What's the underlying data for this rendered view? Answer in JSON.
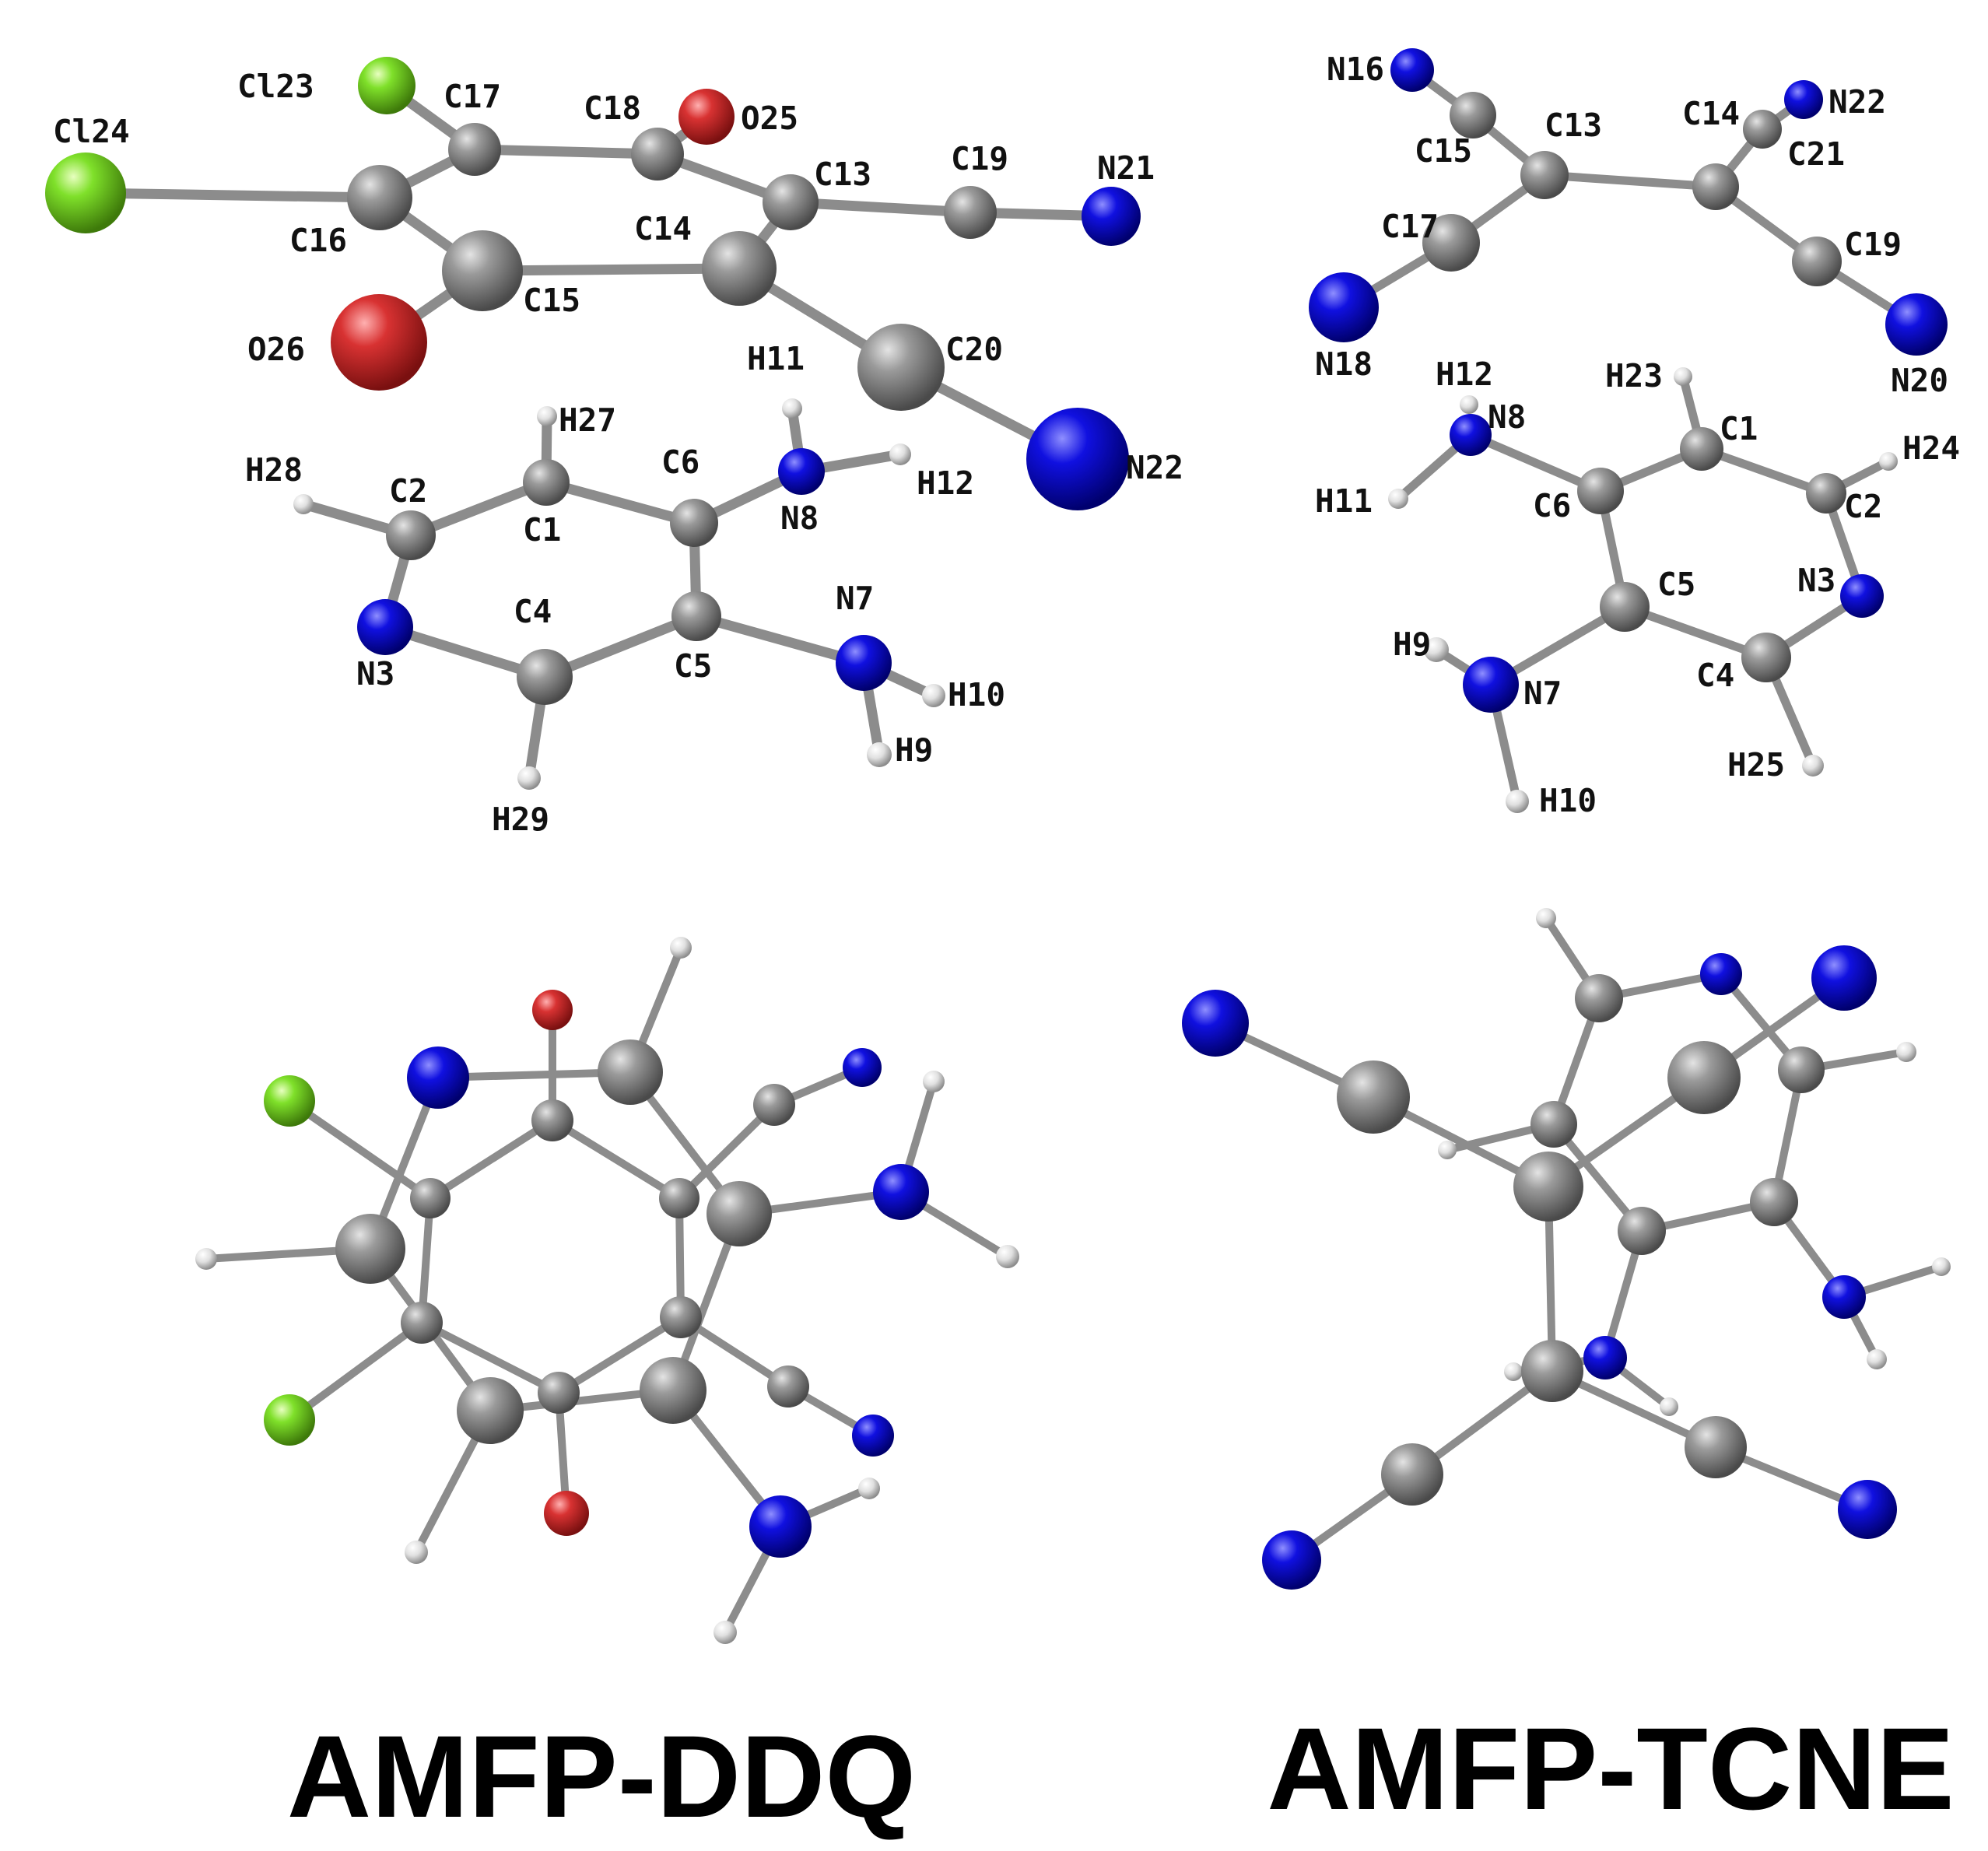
{
  "colors": {
    "carbon": "#8a8a8a",
    "nitrogen": "#0a0ad0",
    "oxygen": "#d83232",
    "chlorine": "#7fe02a",
    "hydrogen": "#e8e8e8",
    "bond": "#8c8c8c"
  },
  "panels": [
    {
      "title": "AMFP-DDQ"
    },
    {
      "title": "AMFP-TCNE"
    }
  ],
  "ddq_top": {
    "labels": [
      "Cl23",
      "Cl24",
      "C17",
      "C18",
      "O25",
      "C16",
      "C14",
      "C13",
      "C19",
      "N21",
      "C15",
      "O26",
      "C20",
      "H11",
      "H27",
      "H28",
      "C2",
      "C6",
      "N8",
      "H12",
      "N22",
      "C1",
      "N7",
      "C4",
      "N3",
      "C5",
      "H10",
      "H9",
      "H29"
    ]
  },
  "tcne_top": {
    "labels": [
      "N16",
      "C15",
      "C13",
      "C14",
      "N22",
      "C21",
      "C17",
      "C19",
      "N18",
      "N20",
      "H12",
      "H23",
      "N8",
      "C1",
      "H24",
      "H11",
      "C6",
      "C2",
      "C5",
      "N3",
      "H9",
      "N7",
      "C4",
      "H25",
      "H10"
    ]
  }
}
